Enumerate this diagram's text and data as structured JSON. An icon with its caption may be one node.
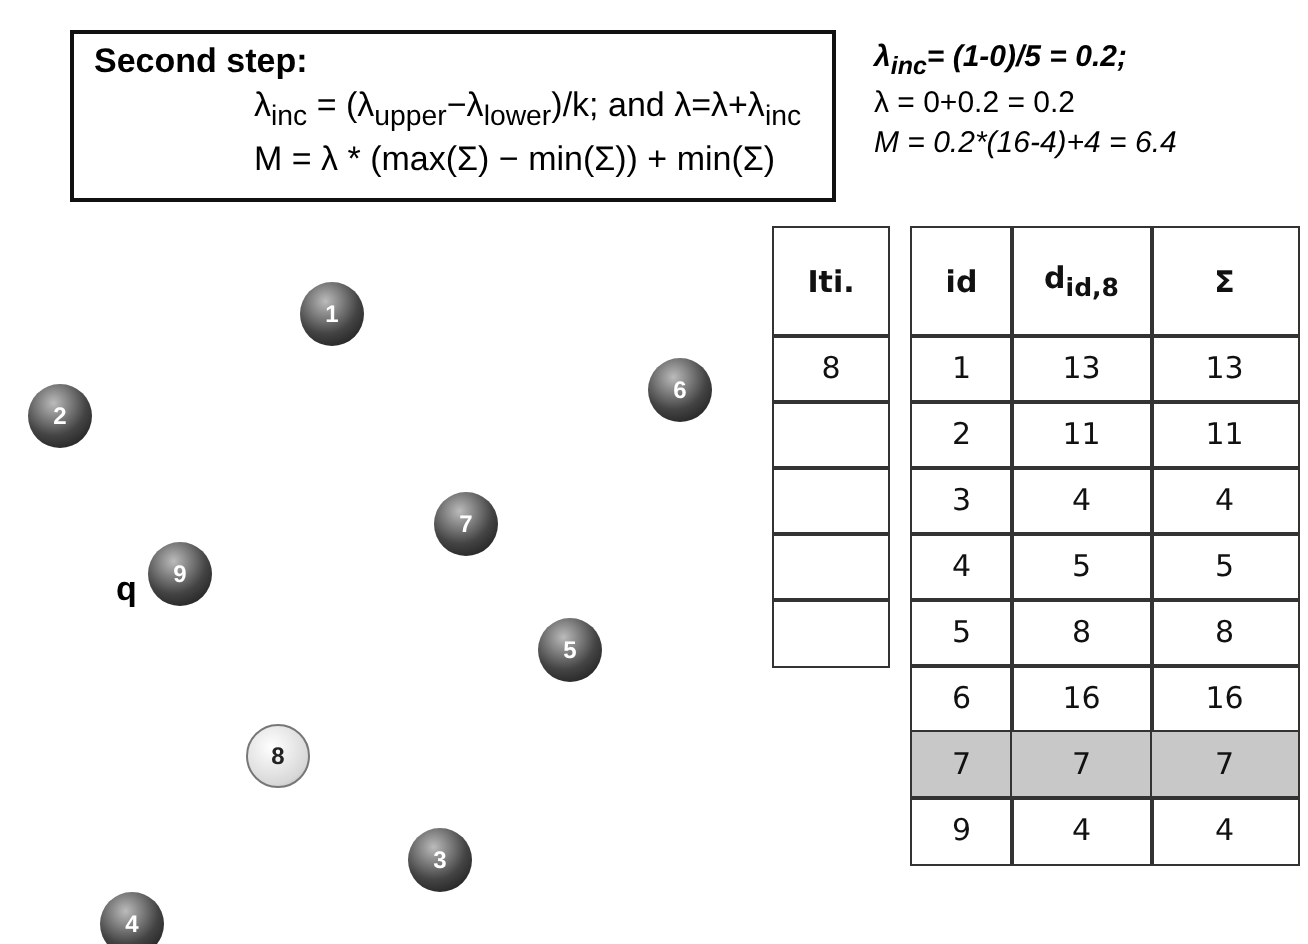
{
  "diagram": {
    "nodes": [
      {
        "text": [
          "Second step:",
          "λ$_{inc}$ = (λ$_{upper}$−λ$_{lower}$)/k; and λ=λ+λ$_{inc}$",
          "M = λ * (max(Σ) − min(Σ)) + min(Σ)"
        ]
      },
      {
        "text": [
          "1"
        ]
      },
      {
        "text": [
          "6"
        ]
      },
      {
        "text": [
          "2"
        ]
      },
      {
        "text": [
          "7"
        ]
      },
      {
        "text": [
          "9"
        ]
      },
      {
        "text": [
          "5"
        ]
      },
      {
        "text": [
          "8"
        ]
      },
      {
        "text": [
          "3"
        ]
      },
      {
        "text": [
          "4"
        ]
      }
    ],
    "labels": [
      "λ$_{inc}$= (1-0)/5 = 0.2;",
      "λ = 0+0.2 = 0.2",
      "M = 0.2*(16-4)+4 = 6.4",
      "Iti.",
      "8",
      "id",
      "d$_{id,8}$",
      "Σ",
      "1",
      "13",
      "13",
      "2",
      "11",
      "11",
      "3",
      "4",
      "4",
      "4",
      "5",
      "5",
      "5",
      "8",
      "8",
      "6",
      "16",
      "16",
      "7",
      "7",
      "7",
      "9",
      "4",
      "4",
      "q"
    ]
  }
}
